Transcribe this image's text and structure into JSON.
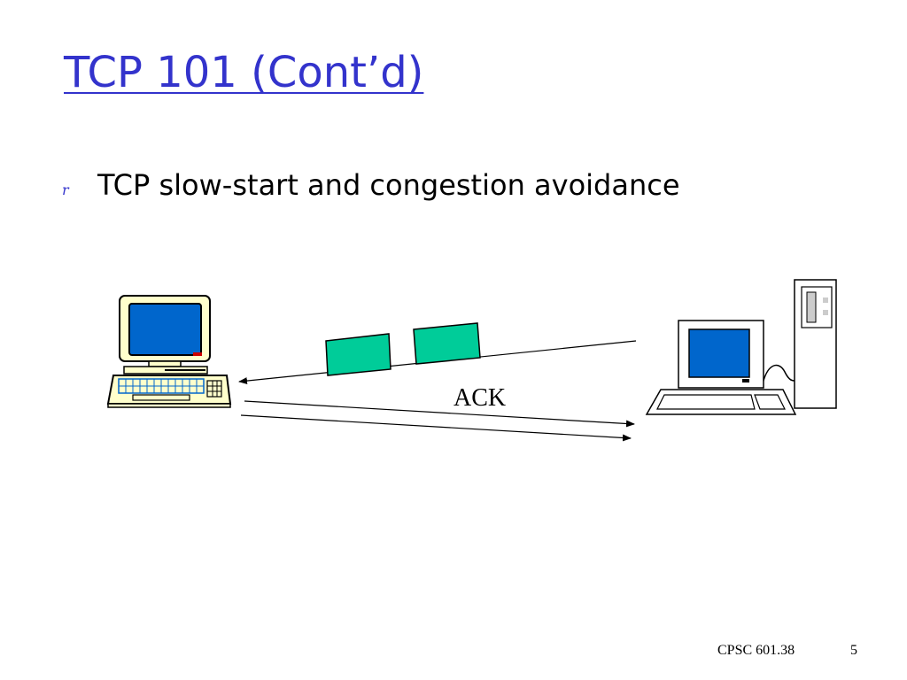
{
  "slide": {
    "title": "TCP 101 (Cont’d)",
    "bullet_marker": "r",
    "bullet_text": "TCP slow-start and congestion avoidance"
  },
  "diagram": {
    "ack_label": "ACK",
    "sender_icon": "desktop-computer-icon",
    "receiver_icon": "tower-workstation-icon"
  },
  "footer": {
    "course": "CPSC 601.38",
    "page": "5"
  },
  "colors": {
    "title": "#3333cc",
    "screen": "#0066cc",
    "packet": "#00cc99",
    "computer_body": "#ffffcc"
  }
}
